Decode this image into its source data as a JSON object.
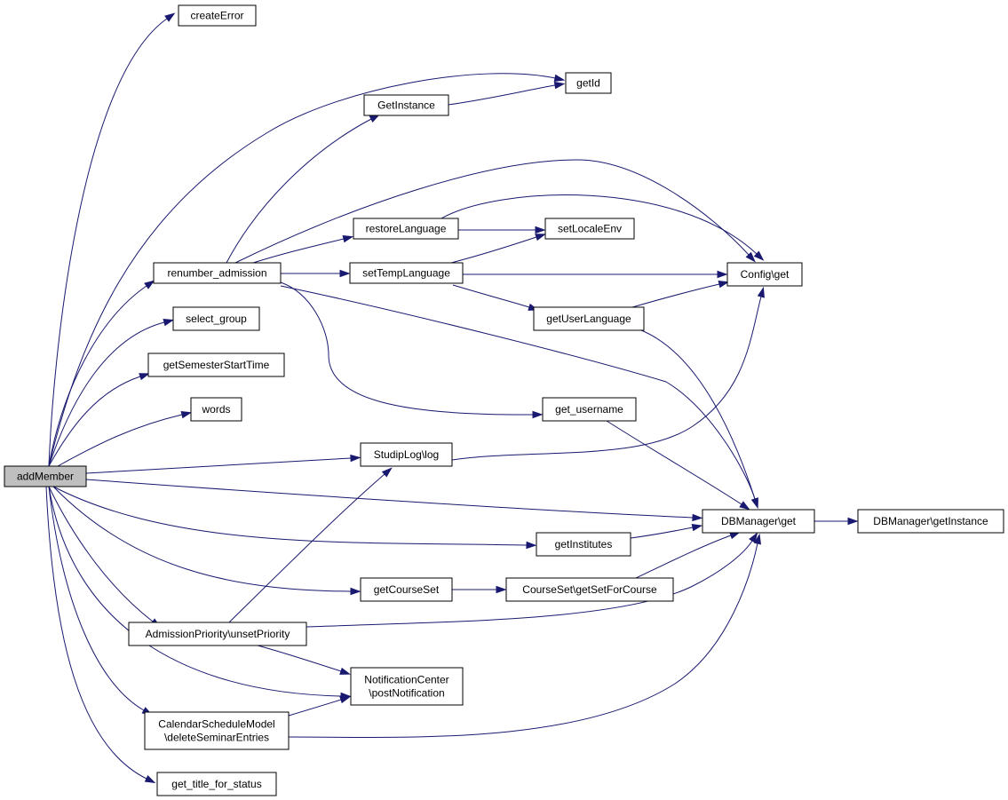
{
  "graph": {
    "nodes": {
      "addMember": {
        "lines": [
          "addMember"
        ],
        "root": true
      },
      "createError": {
        "lines": [
          "createError"
        ]
      },
      "getId": {
        "lines": [
          "getId"
        ]
      },
      "GetInstance": {
        "lines": [
          "GetInstance"
        ]
      },
      "renumber_admission": {
        "lines": [
          "renumber_admission"
        ]
      },
      "restoreLanguage": {
        "lines": [
          "restoreLanguage"
        ]
      },
      "setLocaleEnv": {
        "lines": [
          "setLocaleEnv"
        ]
      },
      "setTempLanguage": {
        "lines": [
          "setTempLanguage"
        ]
      },
      "Config_get": {
        "lines": [
          "Config\\get"
        ]
      },
      "getUserLanguage": {
        "lines": [
          "getUserLanguage"
        ]
      },
      "select_group": {
        "lines": [
          "select_group"
        ]
      },
      "getSemesterStartTime": {
        "lines": [
          "getSemesterStartTime"
        ]
      },
      "words": {
        "lines": [
          "words"
        ]
      },
      "get_username": {
        "lines": [
          "get_username"
        ]
      },
      "StudipLog_log": {
        "lines": [
          "StudipLog\\log"
        ]
      },
      "DBManager_get": {
        "lines": [
          "DBManager\\get"
        ]
      },
      "DBManager_getInstance": {
        "lines": [
          "DBManager\\getInstance"
        ]
      },
      "getInstitutes": {
        "lines": [
          "getInstitutes"
        ]
      },
      "getCourseSet": {
        "lines": [
          "getCourseSet"
        ]
      },
      "CourseSet_getSetForCourse": {
        "lines": [
          "CourseSet\\getSetForCourse"
        ]
      },
      "AdmissionPriority_unsetPriority": {
        "lines": [
          "AdmissionPriority\\unsetPriority"
        ]
      },
      "NotificationCenter_postNotification": {
        "lines": [
          "NotificationCenter",
          "\\postNotification"
        ]
      },
      "CalendarScheduleModel_deleteSeminarEntries": {
        "lines": [
          "CalendarScheduleModel",
          "\\deleteSeminarEntries"
        ]
      },
      "get_title_for_status": {
        "lines": [
          "get_title_for_status"
        ]
      }
    },
    "edges": [
      [
        "addMember",
        "createError"
      ],
      [
        "addMember",
        "getId"
      ],
      [
        "addMember",
        "renumber_admission"
      ],
      [
        "addMember",
        "select_group"
      ],
      [
        "addMember",
        "getSemesterStartTime"
      ],
      [
        "addMember",
        "words"
      ],
      [
        "addMember",
        "StudipLog_log"
      ],
      [
        "addMember",
        "DBManager_get"
      ],
      [
        "addMember",
        "getInstitutes"
      ],
      [
        "addMember",
        "getCourseSet"
      ],
      [
        "addMember",
        "AdmissionPriority_unsetPriority"
      ],
      [
        "addMember",
        "NotificationCenter_postNotification"
      ],
      [
        "addMember",
        "CalendarScheduleModel_deleteSeminarEntries"
      ],
      [
        "addMember",
        "get_title_for_status"
      ],
      [
        "GetInstance",
        "getId"
      ],
      [
        "renumber_admission",
        "GetInstance"
      ],
      [
        "renumber_admission",
        "Config_get"
      ],
      [
        "renumber_admission",
        "restoreLanguage"
      ],
      [
        "renumber_admission",
        "setTempLanguage"
      ],
      [
        "renumber_admission",
        "get_username"
      ],
      [
        "renumber_admission",
        "DBManager_get"
      ],
      [
        "restoreLanguage",
        "Config_get"
      ],
      [
        "restoreLanguage",
        "setLocaleEnv"
      ],
      [
        "setTempLanguage",
        "setLocaleEnv"
      ],
      [
        "setTempLanguage",
        "Config_get"
      ],
      [
        "setTempLanguage",
        "getUserLanguage"
      ],
      [
        "getUserLanguage",
        "Config_get"
      ],
      [
        "getUserLanguage",
        "DBManager_get"
      ],
      [
        "get_username",
        "DBManager_get"
      ],
      [
        "StudipLog_log",
        "Config_get"
      ],
      [
        "DBManager_get",
        "DBManager_getInstance"
      ],
      [
        "getInstitutes",
        "DBManager_get"
      ],
      [
        "getCourseSet",
        "CourseSet_getSetForCourse"
      ],
      [
        "CourseSet_getSetForCourse",
        "DBManager_get"
      ],
      [
        "AdmissionPriority_unsetPriority",
        "StudipLog_log"
      ],
      [
        "AdmissionPriority_unsetPriority",
        "DBManager_get"
      ],
      [
        "AdmissionPriority_unsetPriority",
        "NotificationCenter_postNotification"
      ],
      [
        "CalendarScheduleModel_deleteSeminarEntries",
        "NotificationCenter_postNotification"
      ],
      [
        "CalendarScheduleModel_deleteSeminarEntries",
        "DBManager_get"
      ]
    ]
  }
}
